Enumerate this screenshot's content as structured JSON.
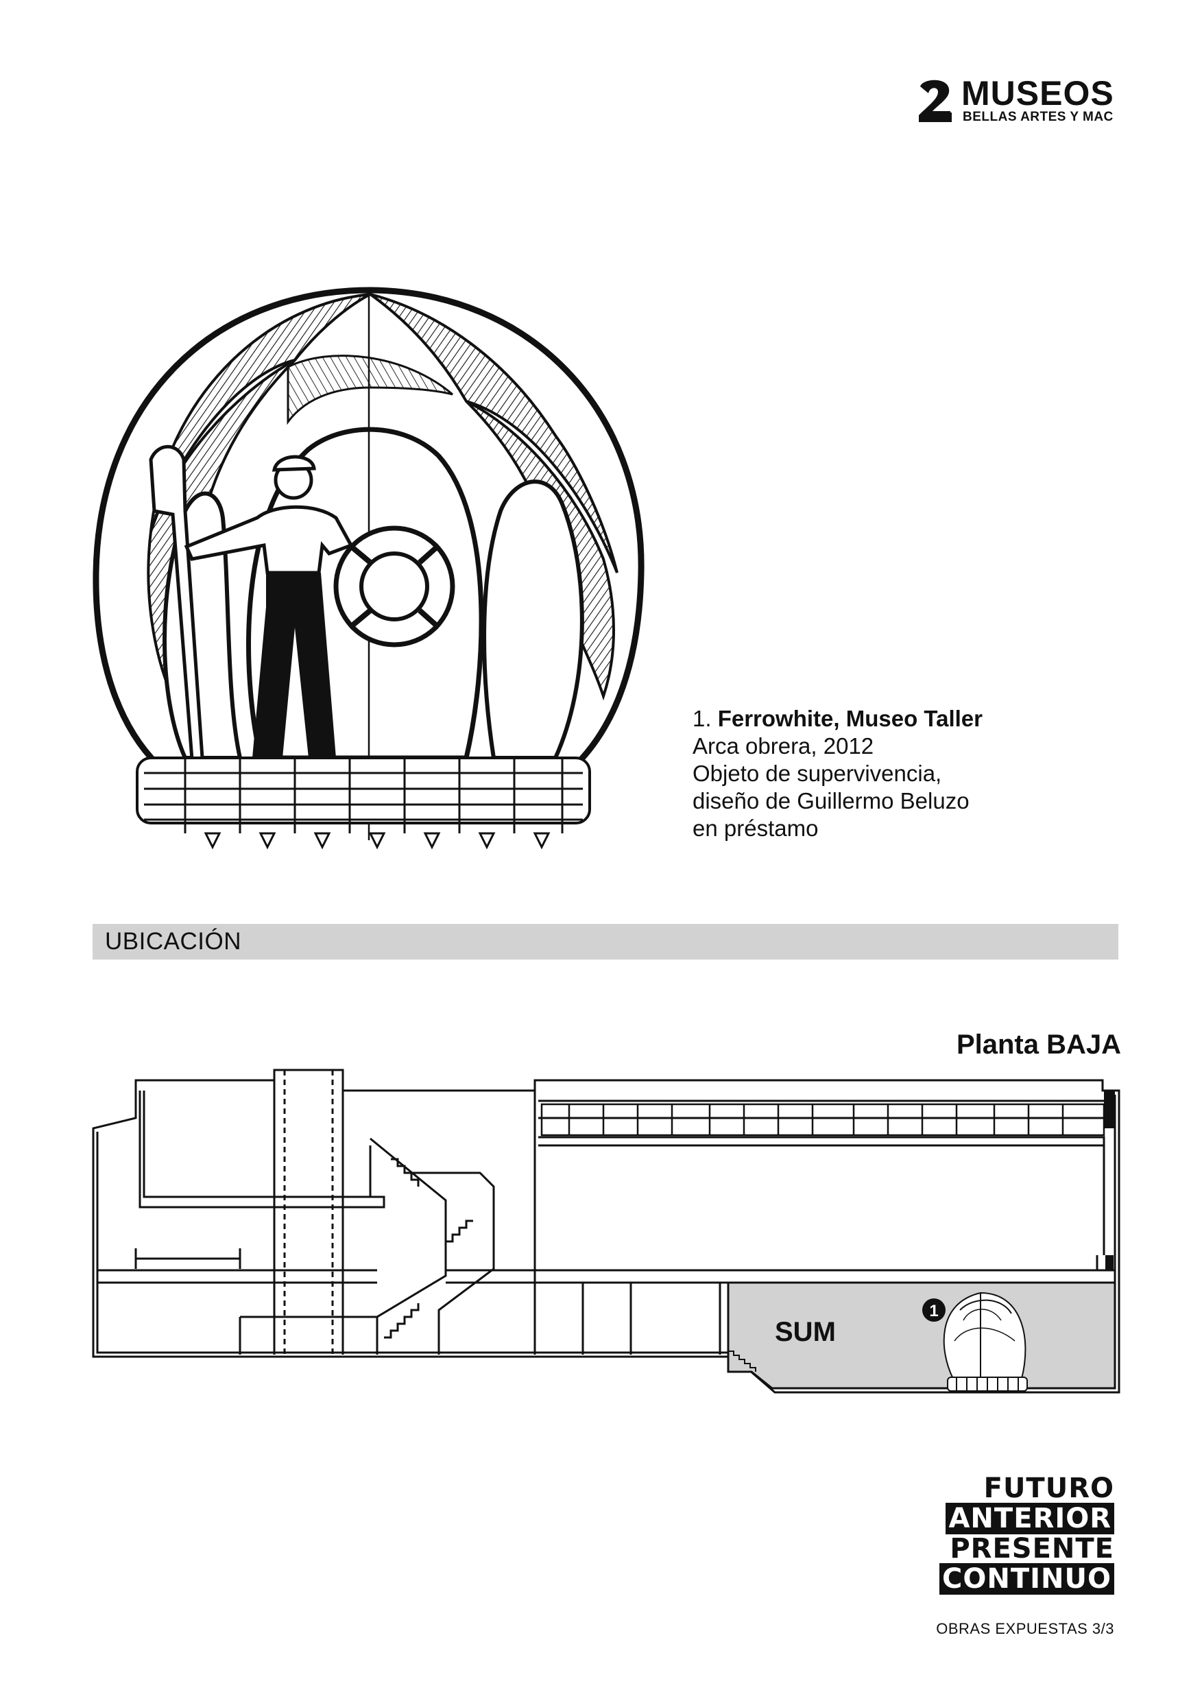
{
  "logo": {
    "title": "MUSEOS",
    "subtitle": "BELLAS ARTES Y MAC"
  },
  "artwork": {
    "number": "1.",
    "author": "Ferrowhite, Museo Taller",
    "title_year": "Arca obrera, 2012",
    "description_1": "Objeto de supervivencia,",
    "description_2": "diseño de Guillermo Beluzo",
    "status": "en préstamo"
  },
  "section": {
    "label": "UBICACIÓN"
  },
  "plan": {
    "floor_title": "Planta BAJA",
    "room_label": "SUM",
    "marker": "1"
  },
  "footer": {
    "words": [
      "FUTURO",
      "ANTERIOR",
      "PRESENTE",
      "CONTINUO"
    ],
    "note": "OBRAS EXPUESTAS 3/3"
  }
}
